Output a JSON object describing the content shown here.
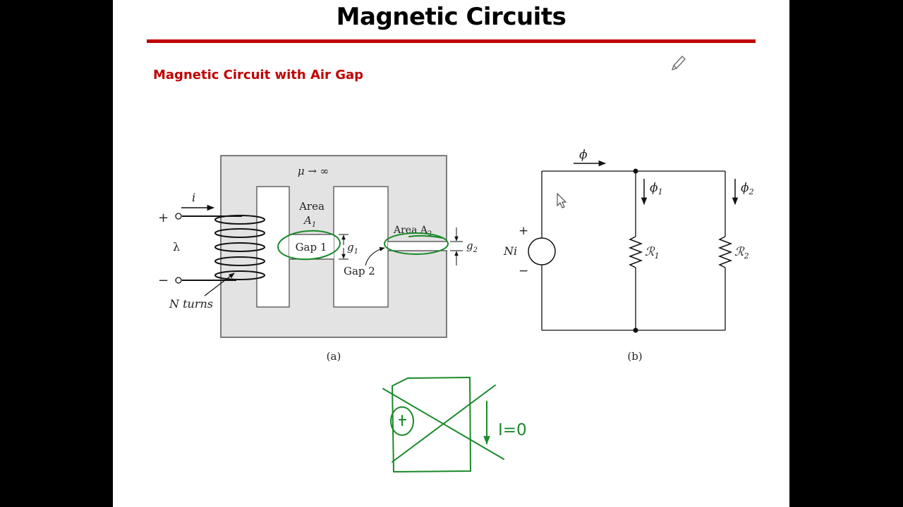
{
  "slide": {
    "title": "Magnetic Circuits",
    "subtitle": "Magnetic Circuit with Air Gap"
  },
  "figure_a": {
    "permeability": "μ → ∞",
    "current": "i",
    "plus": "+",
    "minus": "−",
    "flux_linkage": "λ",
    "area_label": "Area",
    "area1": "A",
    "area1_sub": "1",
    "gap1": "Gap 1",
    "g1": "g",
    "g1_sub": "1",
    "area2": "Area A",
    "area2_sub": "2",
    "g2": "g",
    "g2_sub": "2",
    "gap2": "Gap 2",
    "turns": "N turns",
    "caption": "(a)"
  },
  "figure_b": {
    "phi": "ϕ",
    "phi1": "ϕ",
    "phi1_sub": "1",
    "phi2": "ϕ",
    "phi2_sub": "2",
    "plus": "+",
    "minus": "−",
    "source": "Ni",
    "r1": "ℛ",
    "r1_sub": "1",
    "r2": "ℛ",
    "r2_sub": "2",
    "caption": "(b)"
  },
  "annotation": {
    "current_note": "I=0",
    "ink_color": "#1a8a2a"
  }
}
